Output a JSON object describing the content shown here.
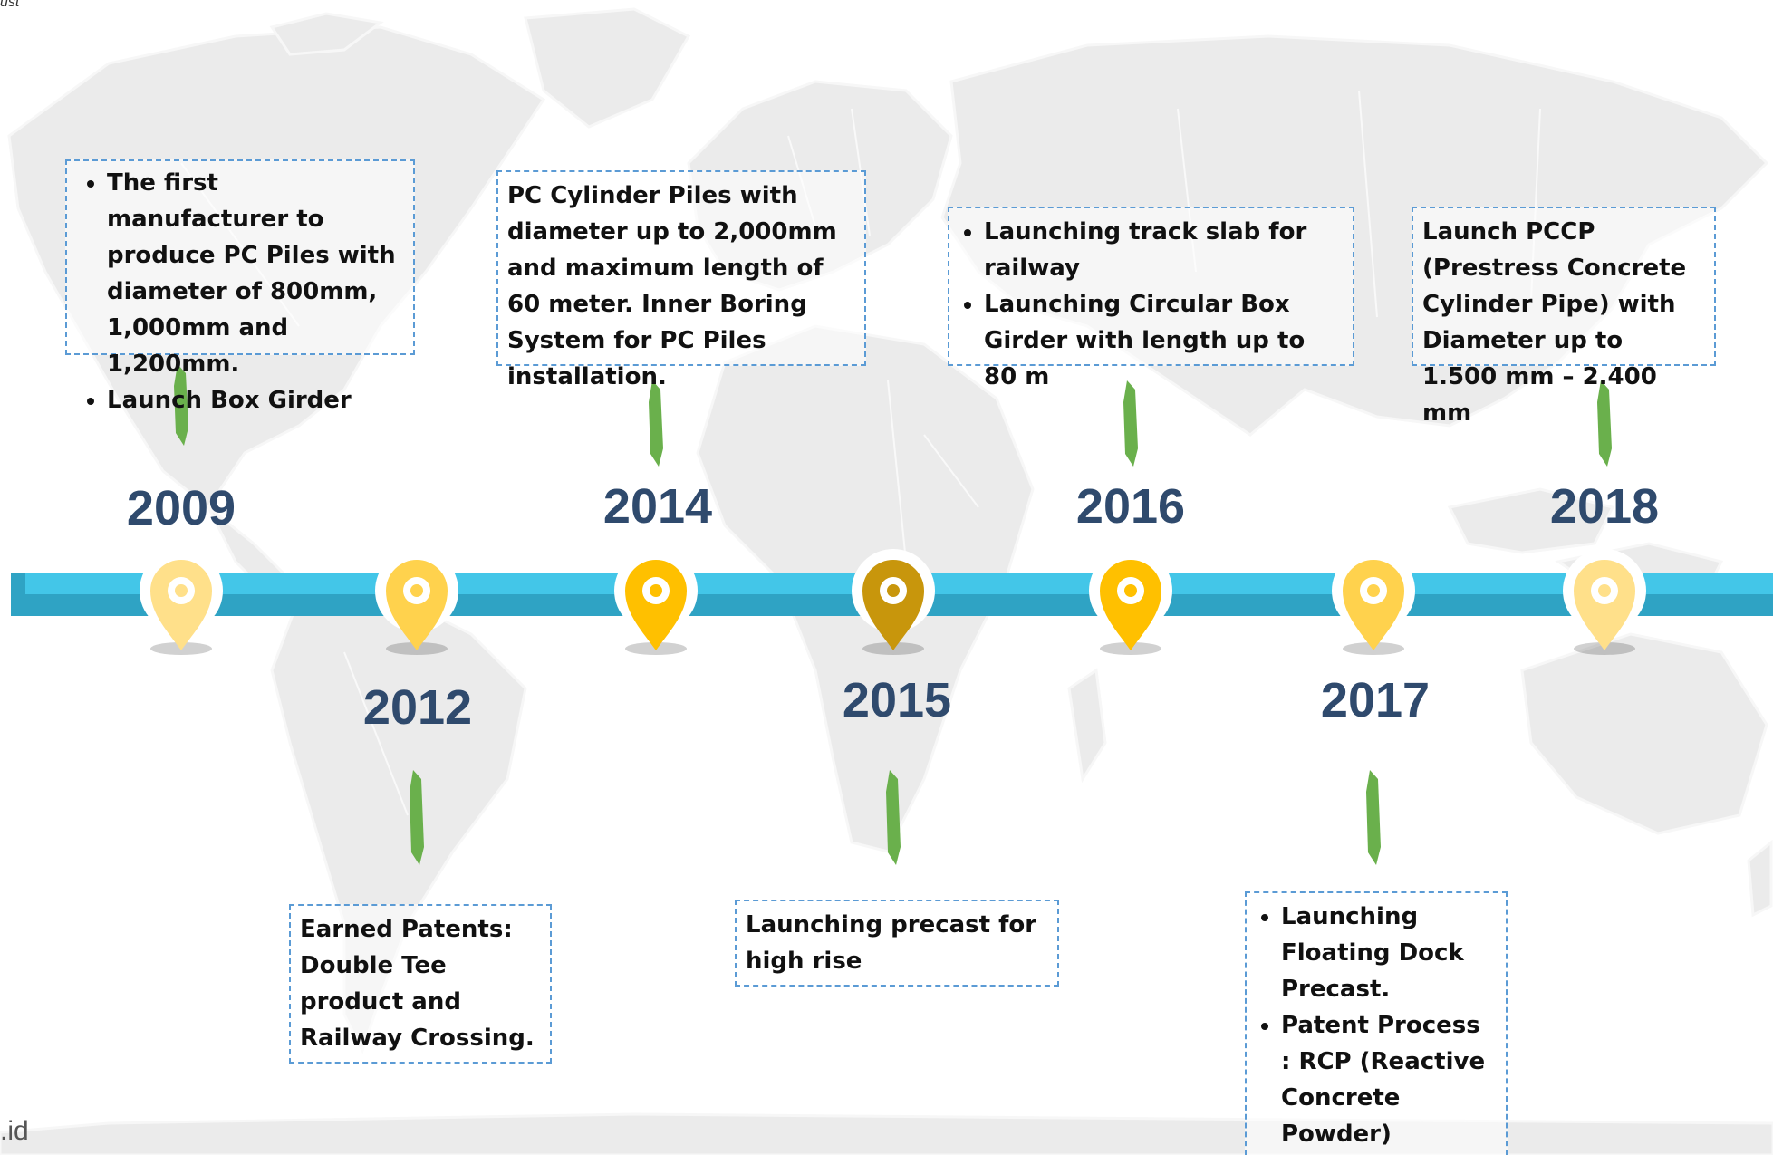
{
  "corner_top": "ust",
  "corner_bottom": ".id",
  "colors": {
    "bar_top": "#43c6e8",
    "bar_bottom": "#2fa3c4",
    "year_text": "#2f4a6d",
    "box_border": "#5b9bd5",
    "stem_green": "#6ab04c",
    "pin_light": "#ffe08a",
    "pin_mid": "#ffcf3f",
    "pin_gold": "#ffc000",
    "pin_dark": "#c8960c"
  },
  "milestones": [
    {
      "year": "2009",
      "position": "top",
      "pin_color": "#ffe08a",
      "bullets": [
        "The first manufacturer to produce PC Piles with diameter of 800mm, 1,000mm and 1,200mm.",
        "Launch Box Girder"
      ]
    },
    {
      "year": "2012",
      "position": "bottom",
      "pin_color": "#ffd24d",
      "lines": [
        "Earned Patents:",
        "Double Tee product and Railway Crossing."
      ]
    },
    {
      "year": "2014",
      "position": "top",
      "pin_color": "#ffc000",
      "lines": [
        "PC Cylinder Piles with diameter up to 2,000mm and maximum length of 60 meter. Inner Boring System for PC Piles installation."
      ]
    },
    {
      "year": "2015",
      "position": "bottom",
      "pin_color": "#c8960c",
      "lines": [
        "Launching precast for high rise"
      ]
    },
    {
      "year": "2016",
      "position": "top",
      "pin_color": "#ffc000",
      "bullets": [
        "Launching track slab for railway",
        "Launching Circular Box Girder with length up to 80 m"
      ]
    },
    {
      "year": "2017",
      "position": "bottom",
      "pin_color": "#ffd24d",
      "bullets": [
        "Launching Floating Dock Precast.",
        "Patent Process : RCP (Reactive Concrete Powder)"
      ]
    },
    {
      "year": "2018",
      "position": "top",
      "pin_color": "#ffe08a",
      "lines": [
        "Launch PCCP (Prestress Concrete Cylinder Pipe) with Diameter up to 1.500 mm – 2.400 mm"
      ]
    }
  ]
}
